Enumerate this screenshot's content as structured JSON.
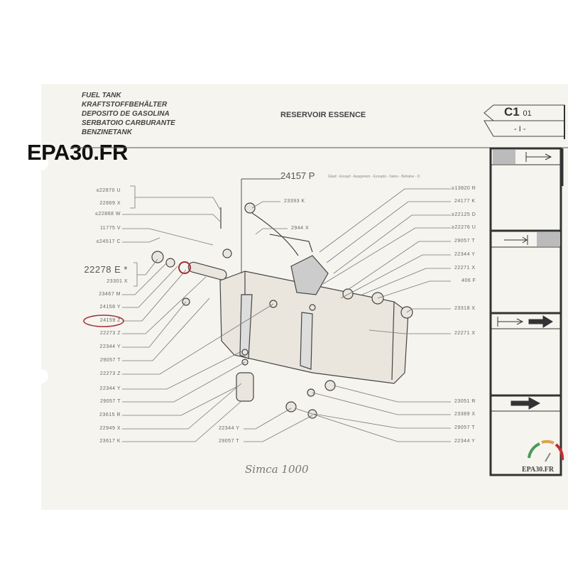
{
  "header": {
    "titles": [
      "FUEL TANK",
      "KRAFTSTOFFBEHÄLTER",
      "DEPOSITO DE GASOLINA",
      "SERBATOIO CARBURANTE",
      "BENZINETANK"
    ],
    "main_title": "RESERVOIR ESSENCE",
    "code": "C1",
    "code_number": "01",
    "code_sub": "- I -"
  },
  "watermark": "EPA30.FR",
  "watermark_corner": "EPA30.FR",
  "brand_logo": "Simca 1000",
  "assembly": {
    "part": "24157 P",
    "note": "Glasf - Ensayf - Ausgenom - Excepto - Salvo - Behalve - D"
  },
  "left_labels": [
    "≤22870 U",
    "22869 X",
    "≤22868 W",
    "11775 V",
    "≤24517 C",
    "22278 E *",
    "23301 X",
    "23467 M",
    "24158 Y",
    "24159 Z",
    "22273 Z",
    "22344 Y",
    "29057 T",
    "22273 Z",
    "22344 Y",
    "29057 T",
    "23615 R",
    "22949 X",
    "23617 K"
  ],
  "right_labels": [
    "≥13820 R",
    "24177 K",
    "≥22125 D",
    "≥22276 U",
    "29057 T",
    "22344 Y",
    "22271 X",
    "406 F",
    "23318 X",
    "22271 X",
    "23051 R",
    "23389 X",
    "29057 T",
    "22344 Y"
  ],
  "center_labels": [
    "23393 K",
    "2944 X",
    "22344 Y",
    "29057 T"
  ],
  "highlight_color": "#a03038"
}
